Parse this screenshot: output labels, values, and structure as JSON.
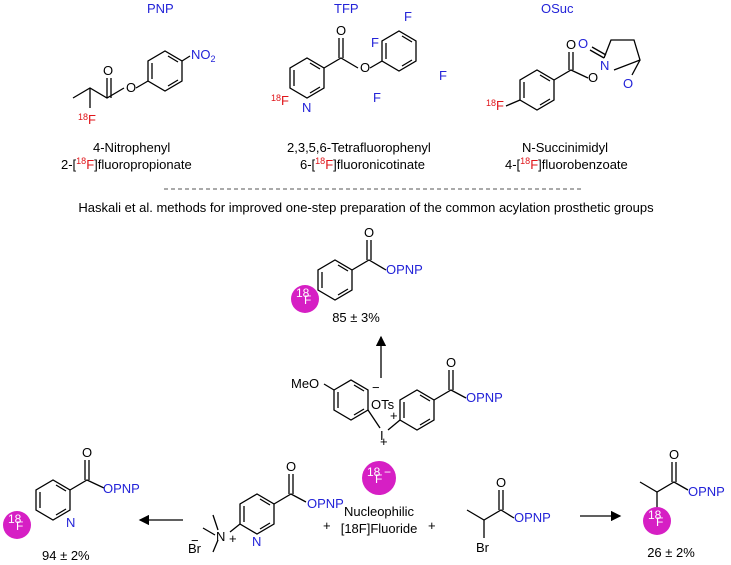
{
  "header": {
    "pnp_label": "PNP",
    "tfp_label": "TFP",
    "osuc_label": "OSuc"
  },
  "structures": {
    "pnp": {
      "o": "O",
      "o2": "O",
      "no2": "NO",
      "no2_sub": "2",
      "f_iso": "18",
      "f": "F",
      "name_line1": "4-Nitrophenyl",
      "name_line2_pre": "2-[",
      "name_iso": "18",
      "name_f": "F",
      "name_line2_post": "]fluoropropionate"
    },
    "tfp": {
      "o": "O",
      "o2": "O",
      "n": "N",
      "f_iso": "18",
      "f": "F",
      "f1": "F",
      "f2": "F",
      "f3": "F",
      "f4": "F",
      "name_line1": "2,3,5,6-Tetrafluorophenyl",
      "name_line2_pre": "6-[",
      "name_iso": "18",
      "name_f": "F",
      "name_line2_post": "]fluoronicotinate"
    },
    "osuc": {
      "o": "O",
      "o2": "O",
      "o3": "O",
      "o4": "O",
      "n": "N",
      "f_iso": "18",
      "f": "F",
      "name_line1": "N-Succinimidyl",
      "name_line2_pre": "4-[",
      "name_iso": "18",
      "name_f": "F",
      "name_line2_post": "]fluorobenzoate"
    }
  },
  "subtitle": "Haskali et al. methods for improved one-step preparation of the common acylation prosthetic groups",
  "reaction": {
    "top_product": {
      "o": "O",
      "opnp": "OPNP",
      "iso": "18",
      "f": "F",
      "yield": "85 ± 3%"
    },
    "iodonium": {
      "meo": "MeO",
      "minus": "−",
      "ots": "OTs",
      "plus1": "+",
      "i": "I",
      "plus2": "+",
      "o": "O",
      "opnp": "OPNP"
    },
    "fluoride": {
      "iso": "18",
      "f": "F",
      "minus": "−",
      "line1": "Nucleophilic",
      "line2": "[18F]Fluoride",
      "plus_left": "+",
      "plus_right": "+"
    },
    "left_product": {
      "o": "O",
      "opnp": "OPNP",
      "n": "N",
      "iso": "18",
      "f": "F",
      "yield": "94 ± 2%"
    },
    "ammonium": {
      "o": "O",
      "opnp": "OPNP",
      "n": "N",
      "nplus": "N",
      "plus": "+",
      "minus": "−",
      "br": "Br"
    },
    "bromo": {
      "o": "O",
      "opnp": "OPNP",
      "br": "Br"
    },
    "right_product": {
      "o": "O",
      "opnp": "OPNP",
      "iso": "18",
      "f": "F",
      "yield": "26 ± 2%"
    }
  }
}
